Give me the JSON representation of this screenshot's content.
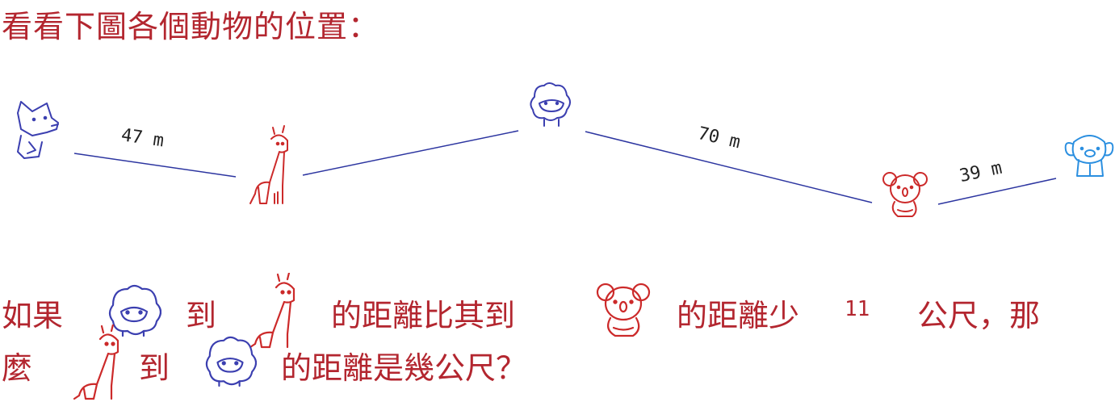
{
  "heading": "看看下圖各個動物的位置：",
  "distances": {
    "fox_giraffe": "47 m",
    "sheep_koala": "70 m",
    "koala_dog": "39 m"
  },
  "question": {
    "line1_part1": "如果",
    "line1_part2": "到",
    "line1_part3": "的距離比其到",
    "line1_part4": "的距離少",
    "line1_number": "11",
    "line1_part5": "公尺，那",
    "line2_part1": "麼",
    "line2_part2": "到",
    "line2_part3": "的距離是幾公尺？"
  },
  "colors": {
    "red": "#b3262f",
    "blue": "#3b3fb0",
    "sky": "#2b8fe0",
    "line": "#2c35a0"
  },
  "icons": [
    "fox-icon",
    "giraffe-icon",
    "sheep-icon",
    "koala-icon",
    "dog-icon"
  ]
}
